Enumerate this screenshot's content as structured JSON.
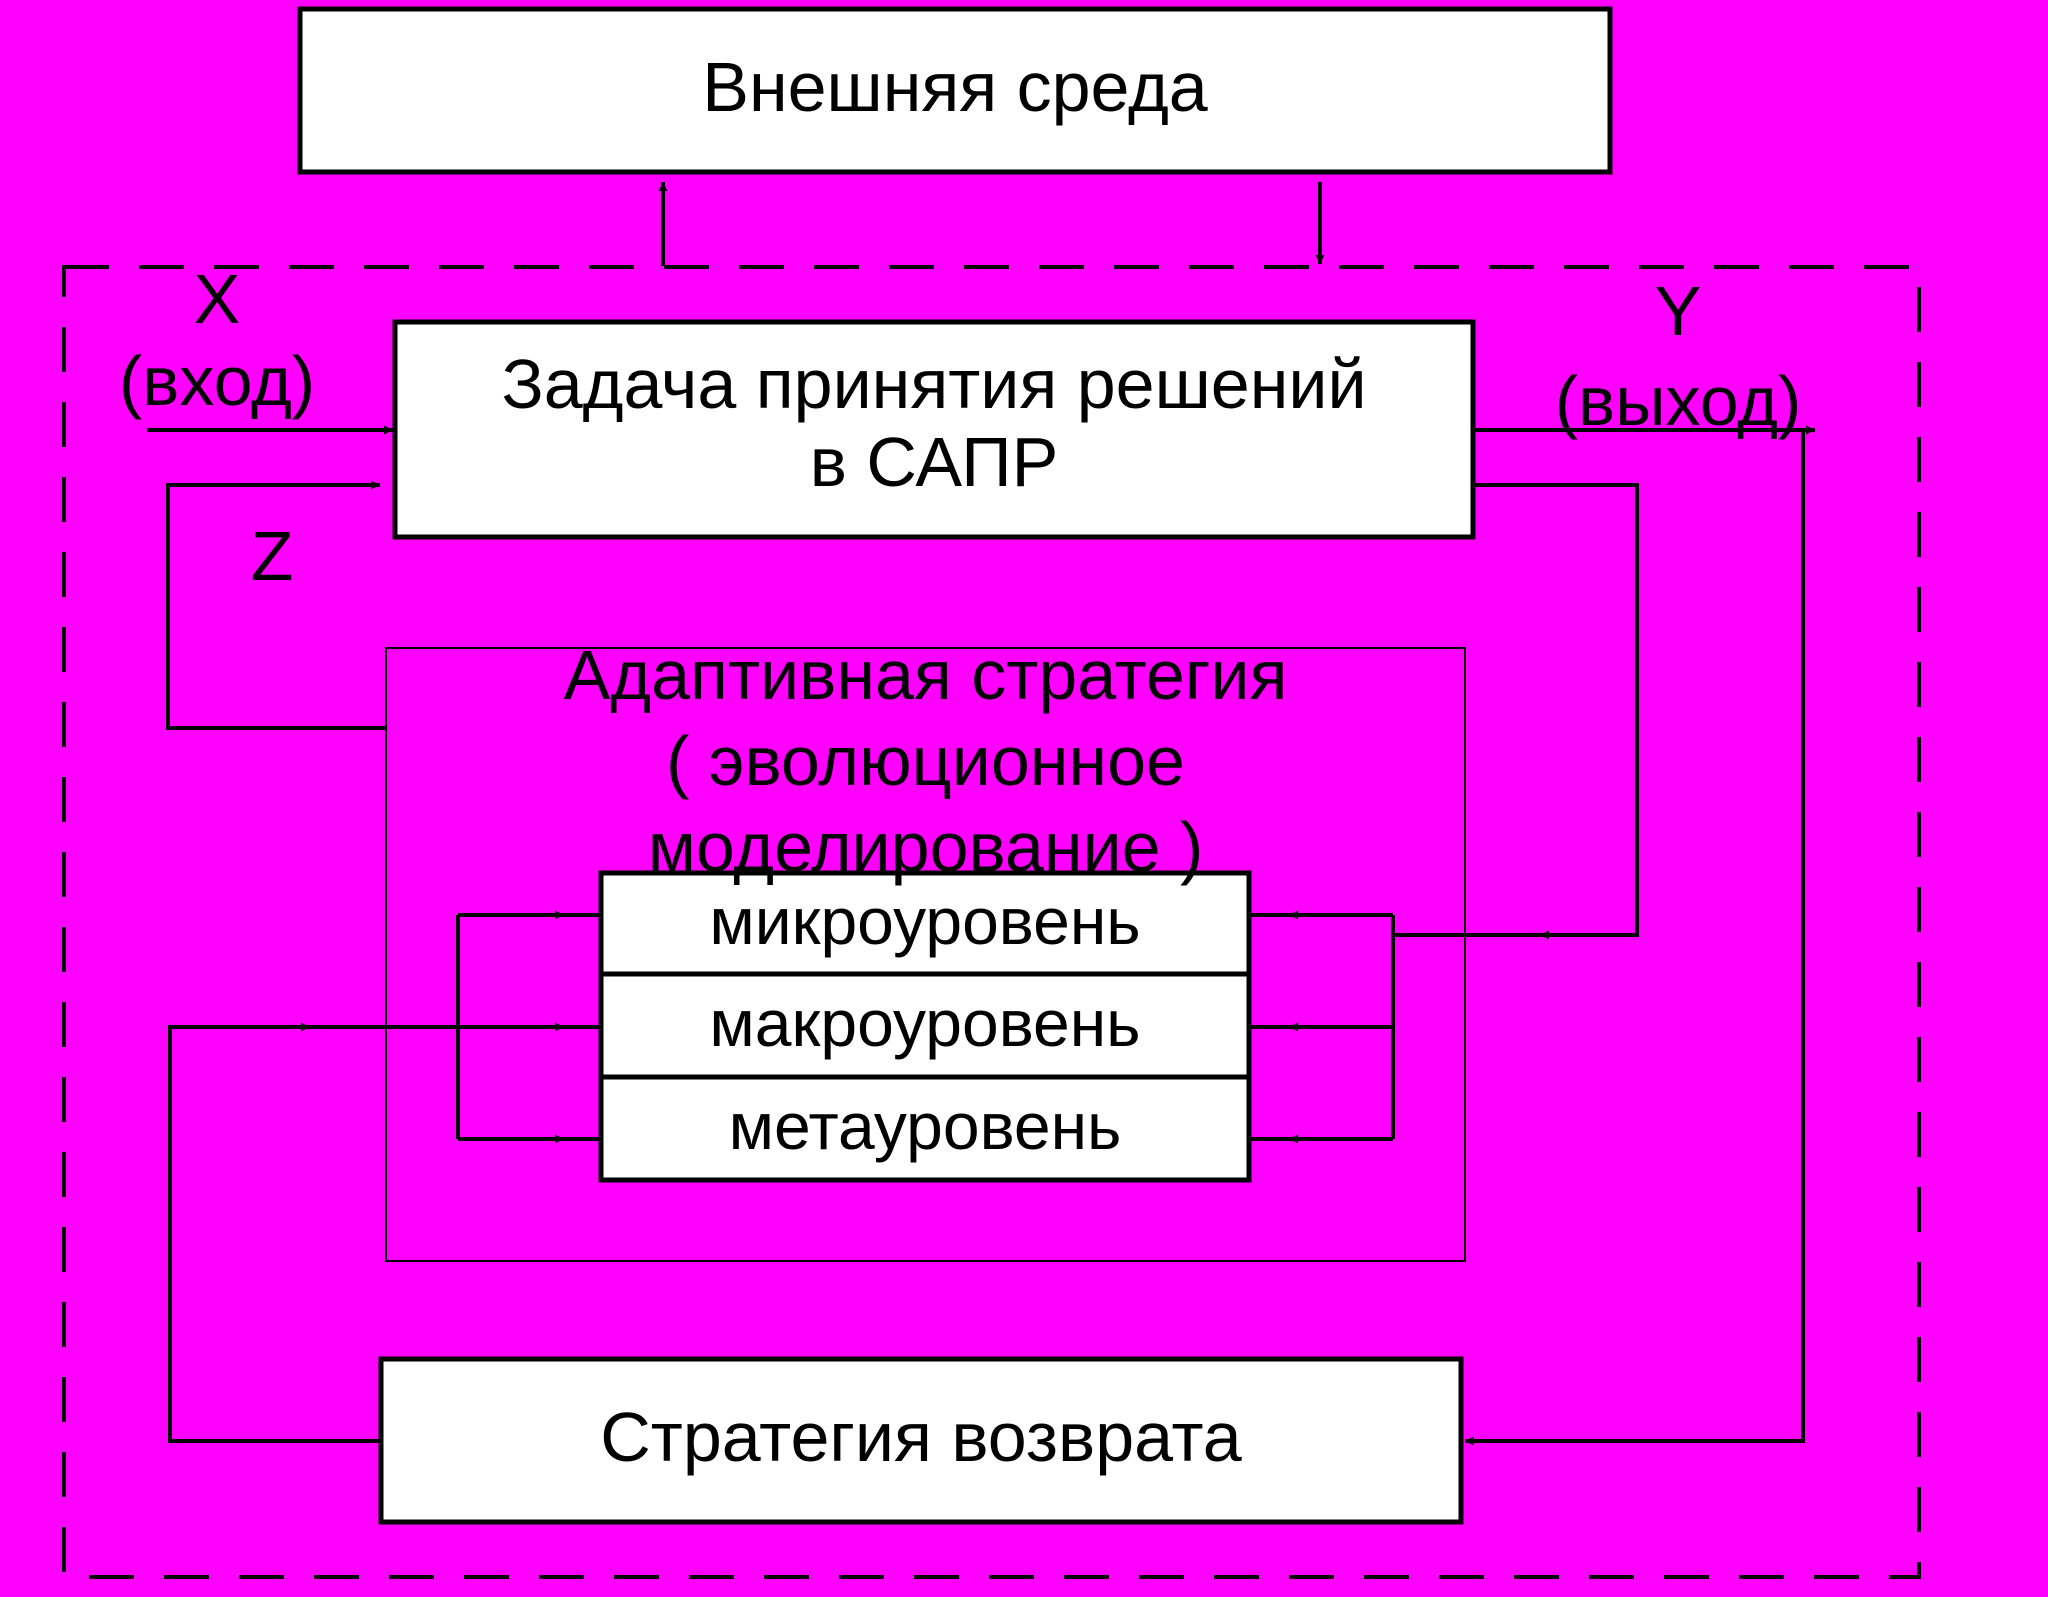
{
  "colors": {
    "background": "#ff00ff",
    "box_fill": "#ffffff",
    "stroke": "#000000"
  },
  "labels": {
    "environment": "Внешняя среда",
    "decision_task": [
      "Задача принятия решений",
      "в САПР"
    ],
    "x_var": "X",
    "x_hint": "(вход)",
    "y_var": "Y",
    "y_hint": "(выход)",
    "z_var": "Z",
    "adaptive_strategy": [
      "Адаптивная стратегия",
      "( эволюционное",
      "моделирование )"
    ],
    "levels": [
      "микроуровень",
      "макроуровень",
      "метауровень"
    ],
    "return_strategy": "Стратегия возврата"
  }
}
